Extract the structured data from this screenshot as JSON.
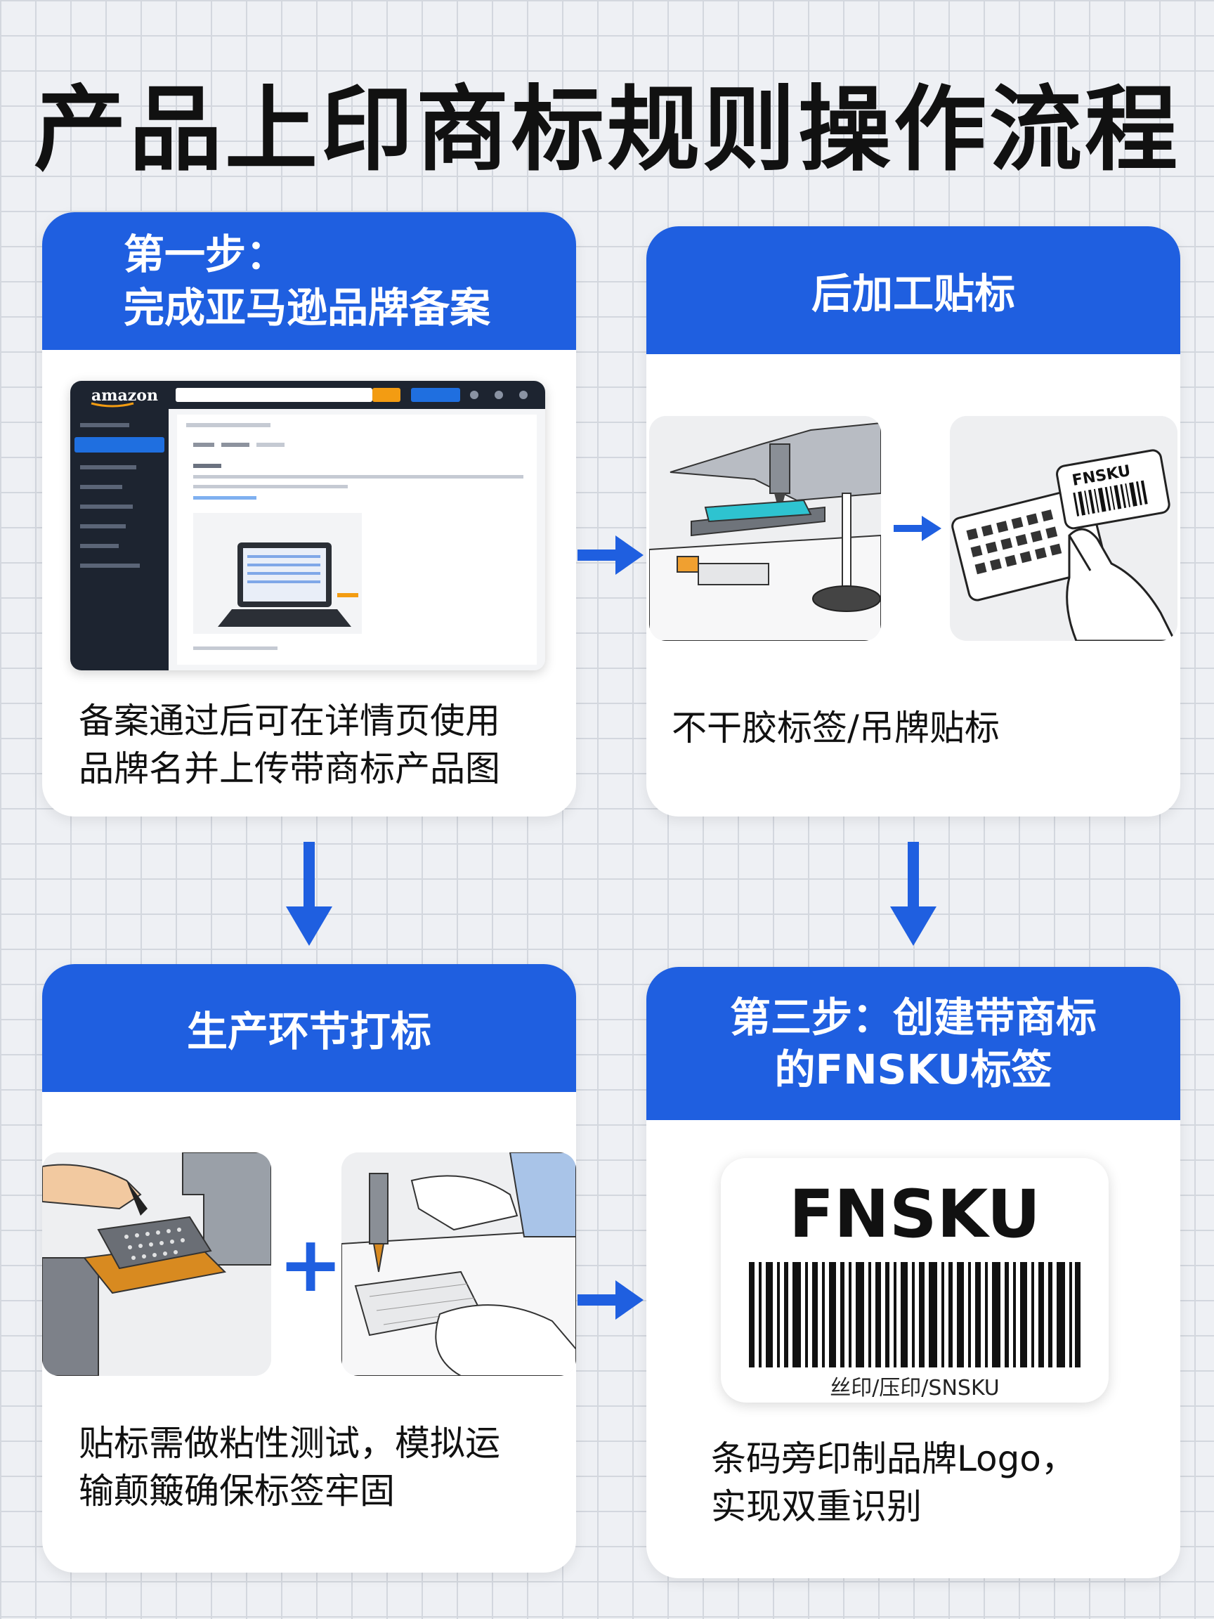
{
  "title": "产品上印商标规则操作流程",
  "colors": {
    "accent": "#1f5fe0",
    "background": "#eef0f4",
    "card": "#ffffff"
  },
  "steps": [
    {
      "heading_line1": "第一步：",
      "heading_line2": "完成亚马逊品牌备案",
      "caption_line1": "备案通过后可在详情页使用",
      "caption_line2": "品牌名并上传带商标产品图",
      "image": "amazon-brand-registry-dashboard"
    },
    {
      "heading_line1": "后加工贴标",
      "caption_line1": "不干胶标签/吊牌贴标",
      "image": "label-applicator-and-hang-tag",
      "label_text": "FNSKU"
    },
    {
      "heading_line1": "生产环节打标",
      "caption_line1": "贴标需做粘性测试，模拟运",
      "caption_line2": "输颠簸确保标签牢固",
      "image": "stamping-and-printing-on-production-line"
    },
    {
      "heading_line1": "第三步：创建带商标",
      "heading_line2": "的FNSKU标签",
      "caption_line1": "条码旁印制品牌Logo，",
      "caption_line2": "实现双重识别",
      "label_title": "FNSKU",
      "label_footer": "丝印/压印/SNSKU"
    }
  ],
  "icons": [
    "arrow-right-icon",
    "arrow-down-icon",
    "plus-icon",
    "barcode-icon"
  ]
}
